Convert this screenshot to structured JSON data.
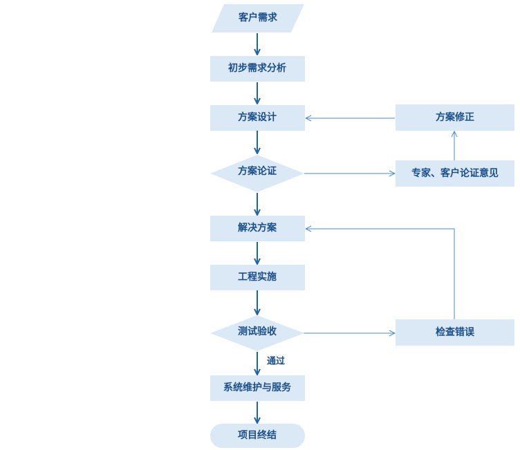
{
  "nodes": {
    "customer_demand": "客户需求",
    "initial_analysis": "初步需求分析",
    "scheme_design": "方案设计",
    "scheme_review": "方案论证",
    "solution": "解决方案",
    "implementation": "工程实施",
    "test_acceptance": "测试验收",
    "maintenance_service": "系统维护与服务",
    "project_end": "项目终结",
    "scheme_revision": "方案修正",
    "expert_opinion": "专家、客户论证意见",
    "check_errors": "检查错误"
  },
  "edges": {
    "pass_label": "通过"
  },
  "colors": {
    "shape_fill": "#dbe9f7",
    "text": "#1a4f8a",
    "main_arrow": "#1b64ad",
    "side_arrow": "#4a8cc8"
  }
}
